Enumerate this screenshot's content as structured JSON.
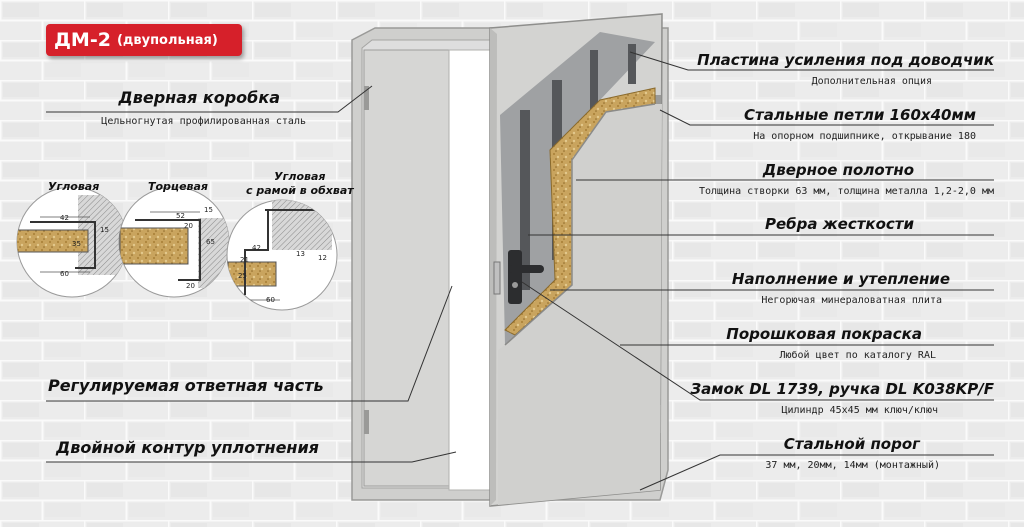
{
  "badge": {
    "main": "ДМ-2",
    "sub": "(двупольная)"
  },
  "left": {
    "frame_title": "Дверная коробка",
    "frame_sub": "Цельногнутая профилированная сталь",
    "section_types": [
      "Угловая",
      "Торцевая",
      "Угловая\nс рамой в обхват"
    ],
    "counter_title": "Регулируемая ответная часть",
    "seal_title": "Двойной контур уплотнения"
  },
  "right": [
    {
      "title": "Пластина усиления под доводчик",
      "sub": "Дополнительная опция"
    },
    {
      "title": "Стальные петли 160х40мм",
      "sub": "На опорном подшипнике, открывание 180"
    },
    {
      "title": "Дверное полотно",
      "sub": "Толщина створки 63 мм, толщина металла 1,2-2,0 мм"
    },
    {
      "title": "Ребра жесткости",
      "sub": ""
    },
    {
      "title": "Наполнение и утепление",
      "sub": "Негорючая минераловатная плита"
    },
    {
      "title": "Порошковая покраска",
      "sub": "Любой цвет по каталогу RAL"
    },
    {
      "title": "Замок DL 1739, ручка DL K038KP/F",
      "sub": "Цилиндр 45х45 мм ключ/ключ"
    },
    {
      "title": "Стальной порог",
      "sub": "37 мм, 20мм, 14мм (монтажный)"
    }
  ],
  "dimensions": {
    "d1": [
      "42",
      "15",
      "35",
      "60"
    ],
    "d2": [
      "52",
      "15",
      "20",
      "65",
      "20"
    ],
    "d3": [
      "42",
      "12",
      "60",
      "21",
      "25",
      "13"
    ]
  },
  "colors": {
    "badge": "#d6202a",
    "door": "#d2d2d0",
    "insulation": "#c8a25a",
    "brick": "#ececec",
    "mortar": "#f9f9f9"
  },
  "icons": [
    "brick-wall-background",
    "door-frame",
    "door-leaf",
    "hinge",
    "lock-handle",
    "mineral-wool-insulation",
    "stiffening-rib",
    "profile-section-drawing"
  ]
}
